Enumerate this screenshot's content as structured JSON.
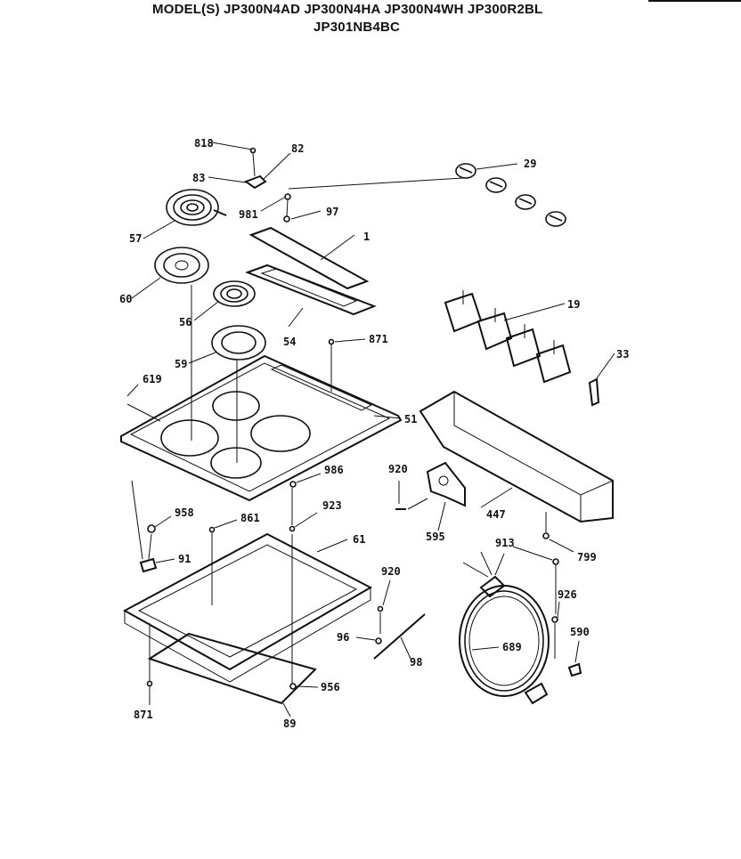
{
  "header": {
    "models_line1": "MODEL(S) JP300N4AD  JP300N4HA  JP300N4WH  JP300R2BL",
    "models_line2": "JP301NB4BC"
  },
  "labels": {
    "p818": "818",
    "p82": "82",
    "p83": "83",
    "p29": "29",
    "p981": "981",
    "p97": "97",
    "p1": "1",
    "p57": "57",
    "p60": "60",
    "p56": "56",
    "p54": "54",
    "p871a": "871",
    "p19": "19",
    "p33": "33",
    "p59": "59",
    "p619": "619",
    "p51": "51",
    "p920a": "920",
    "p986": "986",
    "p447": "447",
    "p595": "595",
    "p958": "958",
    "p861": "861",
    "p923": "923",
    "p61": "61",
    "p913": "913",
    "p799": "799",
    "p91": "91",
    "p920b": "920",
    "p926": "926",
    "p590": "590",
    "p96": "96",
    "p689": "689",
    "p98": "98",
    "p871b": "871",
    "p956": "956",
    "p89": "89"
  }
}
